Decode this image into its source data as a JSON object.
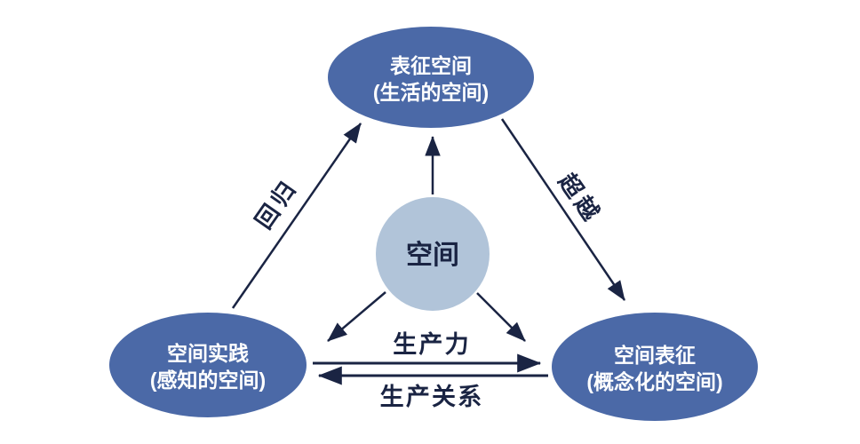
{
  "canvas": {
    "background": "#ffffff"
  },
  "colors": {
    "node_fill": "#4b69a7",
    "center_fill": "#b1c4d9",
    "line": "#1a2443",
    "node_text": "#ffffff"
  },
  "nodes": {
    "top": {
      "line1": "表征空间",
      "line2": "(生活的空间)"
    },
    "bottom_left": {
      "line1": "空间实践",
      "line2": "(感知的空间)"
    },
    "bottom_right": {
      "line1": "空间表征",
      "line2": "(概念化的空间)"
    },
    "center": {
      "label": "空间"
    }
  },
  "edge_labels": {
    "left_diagonal": "回归",
    "right_diagonal": "超越",
    "horizontal_top": "生产力",
    "horizontal_bottom": "生产关系"
  }
}
